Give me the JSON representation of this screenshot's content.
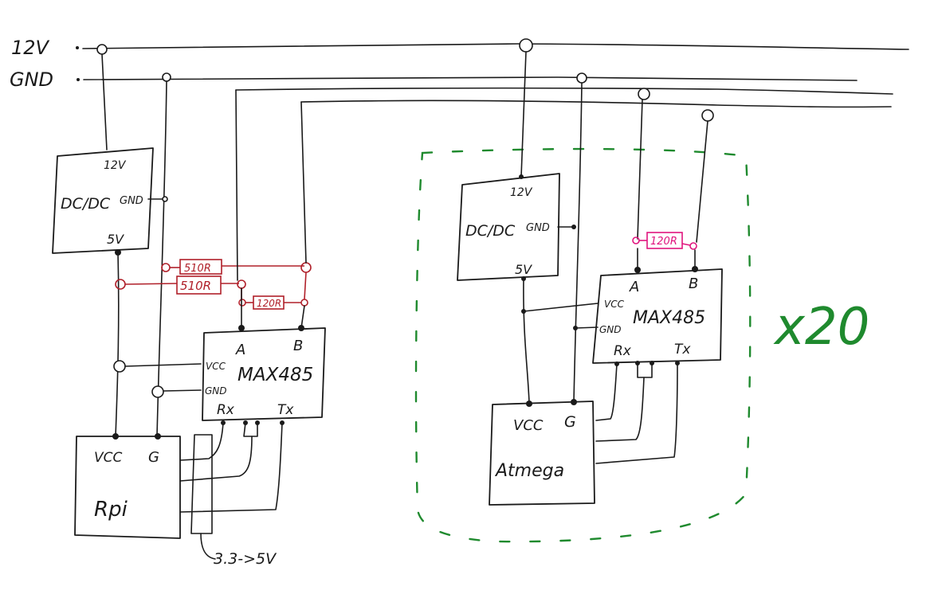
{
  "rails": {
    "v12": "12V",
    "gnd": "GND"
  },
  "master": {
    "dcdc": {
      "title": "DC/DC",
      "in": "12V",
      "gnd": "GND",
      "out": "5V"
    },
    "max485": {
      "title": "MAX485",
      "a": "A",
      "b": "B",
      "vcc": "VCC",
      "gnd": "GND",
      "rx": "Rx",
      "tx": "Tx"
    },
    "resistors": [
      "510R",
      "510R",
      "120R"
    ],
    "rpi": {
      "title": "Rpi",
      "vcc": "VCC",
      "g": "G"
    },
    "level_shifter": "3.3->5V"
  },
  "slave": {
    "dcdc": {
      "title": "DC/DC",
      "in": "12V",
      "gnd": "GND",
      "out": "5V"
    },
    "max485": {
      "title": "MAX485",
      "a": "A",
      "b": "B",
      "vcc": "VCC",
      "gnd": "GND",
      "rx": "Rx",
      "tx": "Tx"
    },
    "terminator": "120R",
    "mcu": {
      "title": "Atmega",
      "vcc": "VCC",
      "g": "G"
    }
  },
  "multiplier": "x20",
  "colors": {
    "ink": "#1a1a1a",
    "bias_resistors": "#b0202a",
    "terminator": "#e0157e",
    "repeat_group": "#1f8a2e"
  }
}
